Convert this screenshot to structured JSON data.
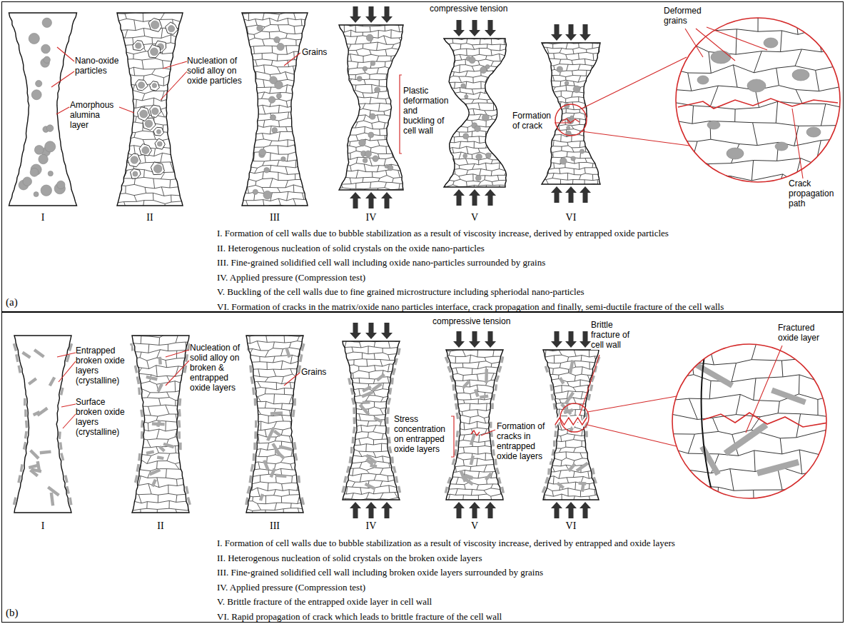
{
  "diagram": {
    "nodes": [
      {
        "text": [
          "I. Formation of cell walls due to bubble stabilization as a result of viscosity increase, derived by entrapped oxide particles",
          "II. Heterogenous nucleation of solid crystals on the oxide nano-particles",
          "III. Fine-grained solidified cell wall including oxide nano-particles surrounded by grains",
          "IV. Applied pressure (Compression test)",
          "V. Buckling of the cell walls due to fine grained microstructure including spheriodal nano-particles",
          "VI. Formation of cracks in the matrix/oxide nano particles interface, crack propagation and finally, semi-ductile fracture of the cell walls",
          "(a)"
        ]
      },
      {
        "text": [
          "I. Formation of cell walls due to bubble stabilization as a result of viscosity increase, derived by entrapped and oxide layers",
          "II. Heterogenous nucleation of solid crystals on the broken oxide layers",
          "III. Fine-grained solidified cell wall including broken oxide layers surrounded by grains",
          "IV. Applied pressure (Compression test)",
          "V. Brittle fracture of the entrapped oxide layer in cell wall",
          "VI. Rapid propagation of crack which leads to brittle fracture of the cell wall",
          "(b)"
        ]
      }
    ],
    "labels": [
      "Nano-oxide particles",
      "Amorphous alumina layer",
      "Nucleation of solid alloy on oxide particles",
      "Grains",
      "compressive tension",
      "Deformed grains",
      "Plastic deformation and buckling of cell wall",
      "Formation of crack",
      "Crack propagation path",
      "I",
      "II",
      "III",
      "IV",
      "V",
      "VI",
      "Entrapped broken oxide layers (crystalline)",
      "Surface broken oxide layers (crystalline)",
      "Nucleation of solid alloy on broken & entrapped oxide layers",
      "Grains",
      "compressive tension",
      "Brittle fracture of cell wall",
      "Fractured oxide layer",
      "Stress concentration on entrapped oxide layers",
      "Formation of cracks in entrapped oxide layers",
      "I",
      "II",
      "III",
      "IV",
      "V",
      "VI"
    ]
  }
}
